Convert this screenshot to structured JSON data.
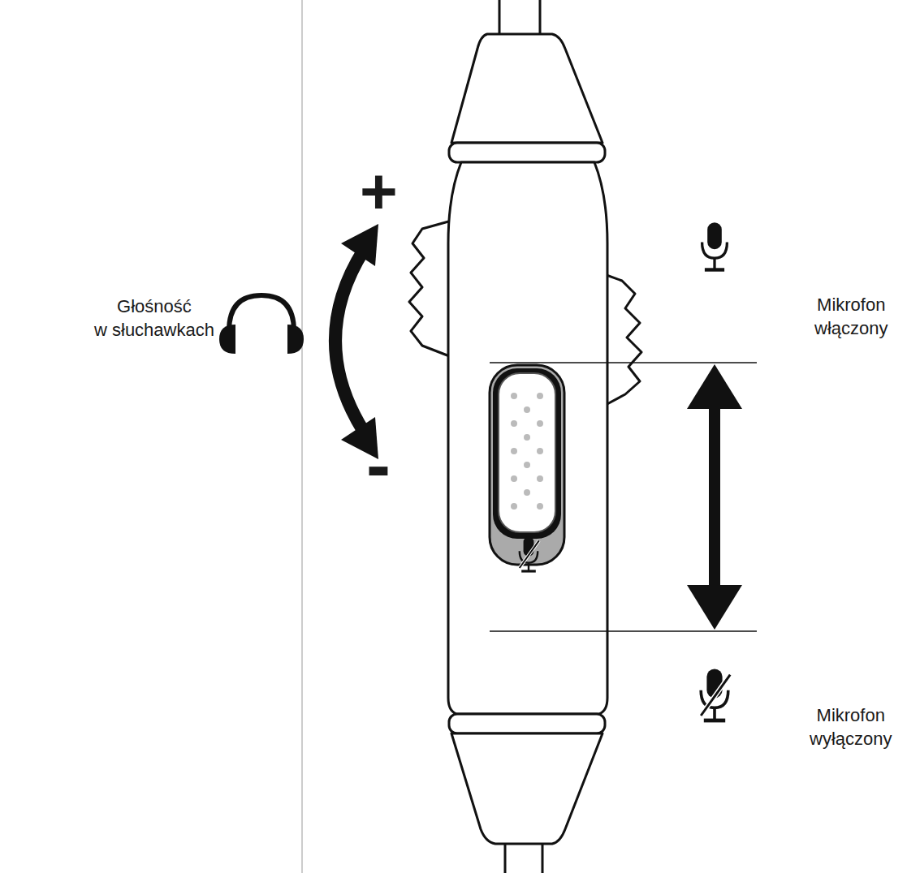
{
  "diagram": {
    "labels": [
      "+",
      "-",
      "Głośność w słuchawkach",
      "Mikrofon włączony",
      "Mikrofon wyłączony"
    ]
  }
}
